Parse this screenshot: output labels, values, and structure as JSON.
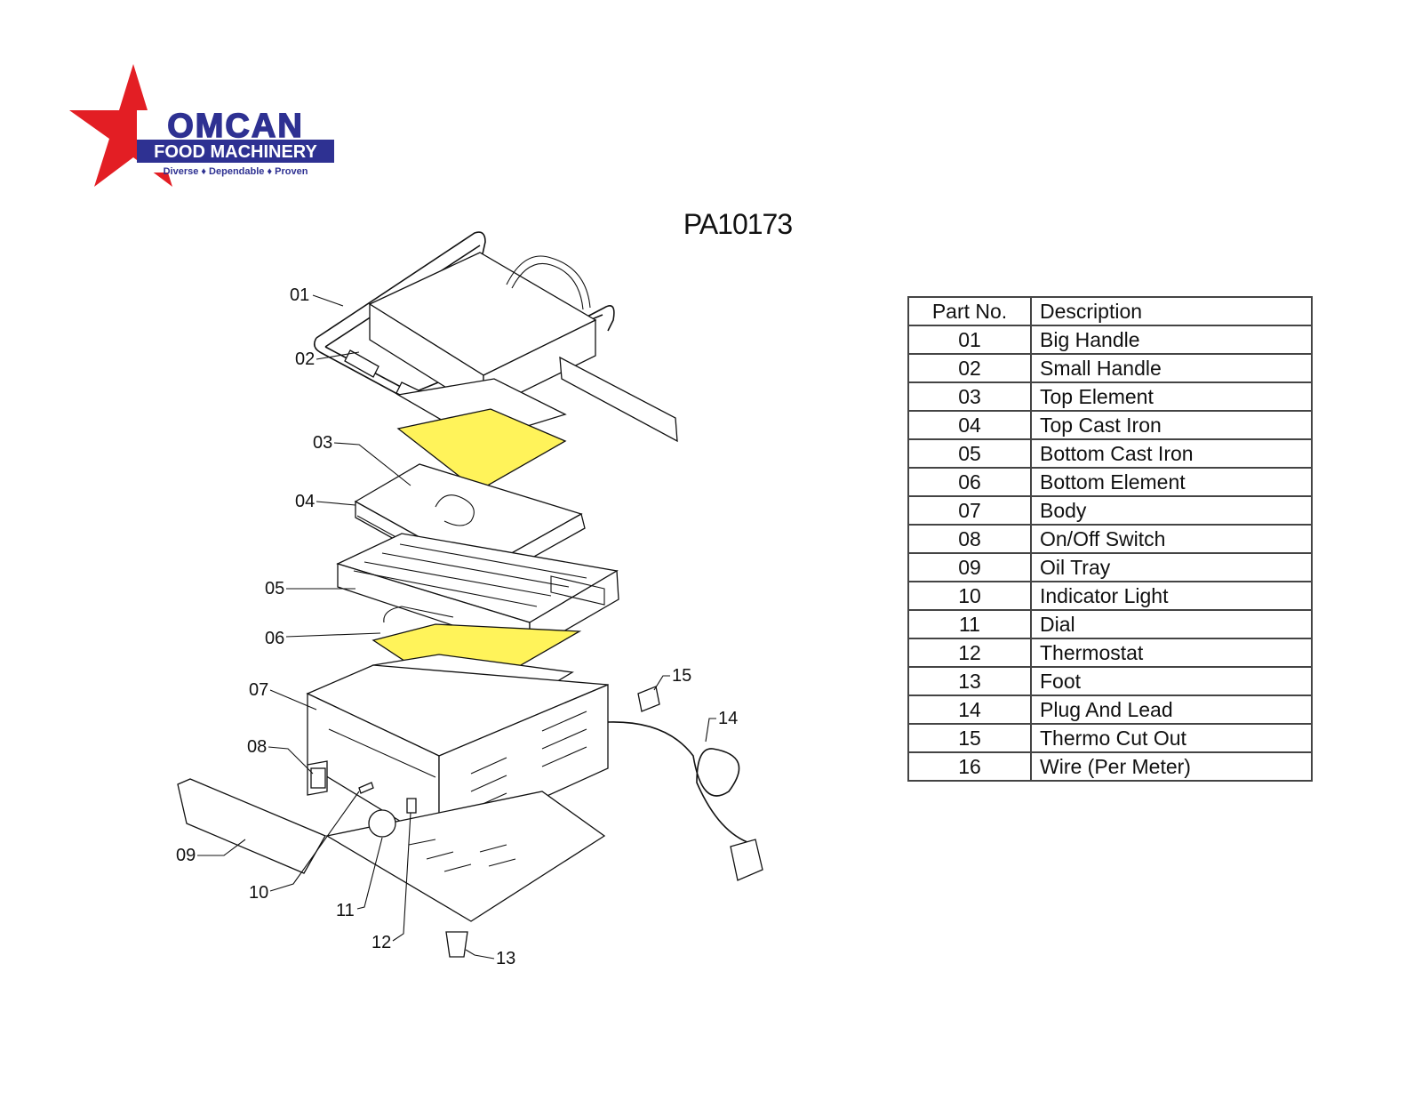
{
  "logo": {
    "brand": "OMCAN",
    "subtitle": "FOOD MACHINERY",
    "tagline": "Diverse ♦ Dependable ♦ Proven",
    "colors": {
      "star": "#e31e24",
      "navy": "#2e3192"
    }
  },
  "model_number": "PA10173",
  "table": {
    "headers": {
      "part_no": "Part No.",
      "description": "Description"
    },
    "rows": [
      {
        "part_no": "01",
        "description": "Big Handle"
      },
      {
        "part_no": "02",
        "description": "Small Handle"
      },
      {
        "part_no": "03",
        "description": "Top Element"
      },
      {
        "part_no": "04",
        "description": "Top Cast Iron"
      },
      {
        "part_no": "05",
        "description": "Bottom Cast Iron"
      },
      {
        "part_no": "06",
        "description": "Bottom Element"
      },
      {
        "part_no": "07",
        "description": "Body"
      },
      {
        "part_no": "08",
        "description": "On/Off Switch"
      },
      {
        "part_no": "09",
        "description": "Oil Tray"
      },
      {
        "part_no": "10",
        "description": "Indicator Light"
      },
      {
        "part_no": "11",
        "description": "Dial"
      },
      {
        "part_no": "12",
        "description": "Thermostat"
      },
      {
        "part_no": "13",
        "description": "Foot"
      },
      {
        "part_no": "14",
        "description": "Plug And Lead"
      },
      {
        "part_no": "15",
        "description": "Thermo Cut Out"
      },
      {
        "part_no": "16",
        "description": "Wire (Per Meter)"
      }
    ]
  },
  "diagram": {
    "callouts": [
      "01",
      "02",
      "03",
      "04",
      "05",
      "06",
      "07",
      "08",
      "09",
      "10",
      "11",
      "12",
      "13",
      "14",
      "15"
    ],
    "highlight_color": "#fff35a"
  }
}
